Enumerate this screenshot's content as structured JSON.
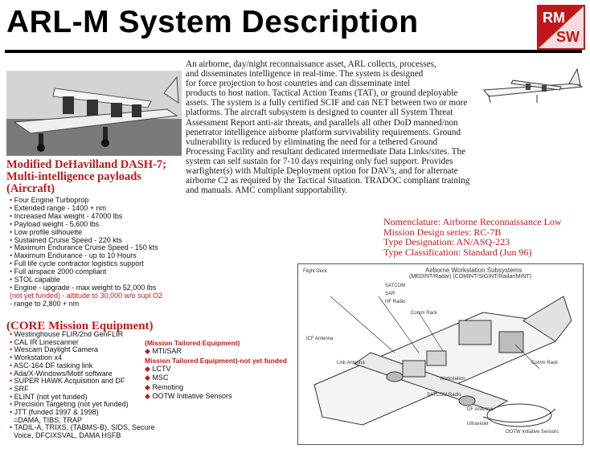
{
  "header": {
    "title": "ARL-M System Description",
    "logo_text": [
      "RM",
      "SW"
    ],
    "brand_color": "#c0181a"
  },
  "paragraph": {
    "lines": [
      "An airborne, day/night reconnaissance asset, ARL collects, processes,",
      "and disseminates intelligence in real-time. The system is designed",
      "for force projection to host countries and can disseminate intel",
      "products to host nation. Tactical Action Teams (TAT), or ground deployable",
      "assets. The system is a fully certified SCIF and can NET between two or more",
      "platforms. The aircraft subsystem is designed to counter all System Threat",
      "Assessment Report anti-air threats, and parallels all other DoD manned/non",
      "penetrator intelligence airborne platform survivability requirements. Ground",
      "vulnerability is reduced by eliminating the need for a tethered Ground",
      "Processing Facility and resultant dedicated intermediate Data Links/sites. The",
      "system can self sustain for 7-10 days requiring only fuel support. Provides",
      "warfighter(s) with Multiple Deployment option for DAV's, and for alternate",
      "airborne C2 as required by the Tactical Situation. TRADOC compliant training",
      "and manuals. AMC compliant supportability."
    ]
  },
  "aircraft": {
    "heading": "Modified DeHavilland DASH-7; Multi-intelligence payloads (Aircraft)",
    "specs": [
      {
        "bullet": "•",
        "text": "Four Engine Turboprop"
      },
      {
        "bullet": "•",
        "text": "Extended range - 1400 + nm"
      },
      {
        "bullet": "•",
        "text": "Increased Max weight - 47000 lbs"
      },
      {
        "bullet": "•",
        "text": "        Payload weight - 5,600 lbs"
      },
      {
        "bullet": "•",
        "text": "Low profile silhouette"
      },
      {
        "bullet": "•",
        "text": "Sustained Cruise Speed - 220 kts"
      },
      {
        "bullet": "•",
        "text": "Maximum Endurance Cruise Speed - 150 kts"
      },
      {
        "bullet": "•",
        "text": "Maximum Endurance - up to 10 Hours"
      },
      {
        "bullet": "•",
        "text": "Full life cycle contractor logistics support"
      },
      {
        "bullet": "•",
        "text": "Full airspace 2000 compliant"
      },
      {
        "bullet": "•",
        "text": "STOL capable"
      },
      {
        "bullet": "•",
        "text": "Engine - upgrade - max weight to 52,000 lbs"
      },
      {
        "bullet": "",
        "text": "(not yet funded) - altitude to 30,000 w/o supl O2"
      },
      {
        "bullet": "",
        "text": "                             - range to 2,800 + nm"
      }
    ]
  },
  "core": {
    "heading": "(CORE Mission Equipment)",
    "items": [
      "Westinghouse FLIR/2nd GenFLIR",
      "CAL IR Linescanner",
      "Wescam Daylight Camera",
      "Workstation x4",
      "ASC-164 DF tasking link",
      "Ada/X-Windows/Motif software",
      "SUPER HAWK Acquisition and DF",
      "SRF",
      "ELINT (not yet funded)",
      "Precision Targeting (not yet funded)",
      "JTT (funded 1997 & 1998)",
      "=DAMA, TIBS, TRAP",
      "TADIL-A, TRIXS, (TABMS-B), SIDS, Secure",
      "Voice, DFCIXSVAL, DAMA HSFB"
    ]
  },
  "tailored": {
    "heading1": "(Mission Tailored Equipment)",
    "item1": "MTI/SAR",
    "heading2": "Mission Tailored Equipment)-not yet funded",
    "items2": [
      "LCTV",
      "MSC",
      "Remoting",
      "OOTW Initiative Sensors"
    ]
  },
  "nomenclature": {
    "lines": [
      "Nomenclature: Airborne Reconnaissance Low",
      "Mission Design series: RC-7B",
      "Type Designation: AN/ASQ-223",
      "Type Classification: Standard (Jun 96)"
    ]
  },
  "diagram": {
    "title": "Airborne Workstation Subsystems",
    "subtitle": "(MEDINT/Radar) (COMINT/SIGINT/Radar/MINT)",
    "labels": [
      "Flight Deck",
      "SATCOM",
      "SAR",
      "HF Radio",
      "Comm Rack",
      "ICF Antenna",
      "Comm Rack",
      "Link Antenna",
      "Workstation",
      "DF Antenna",
      "SATCOM Radio",
      "Ultraviolet",
      "OOTW Initiative Sensors"
    ]
  }
}
